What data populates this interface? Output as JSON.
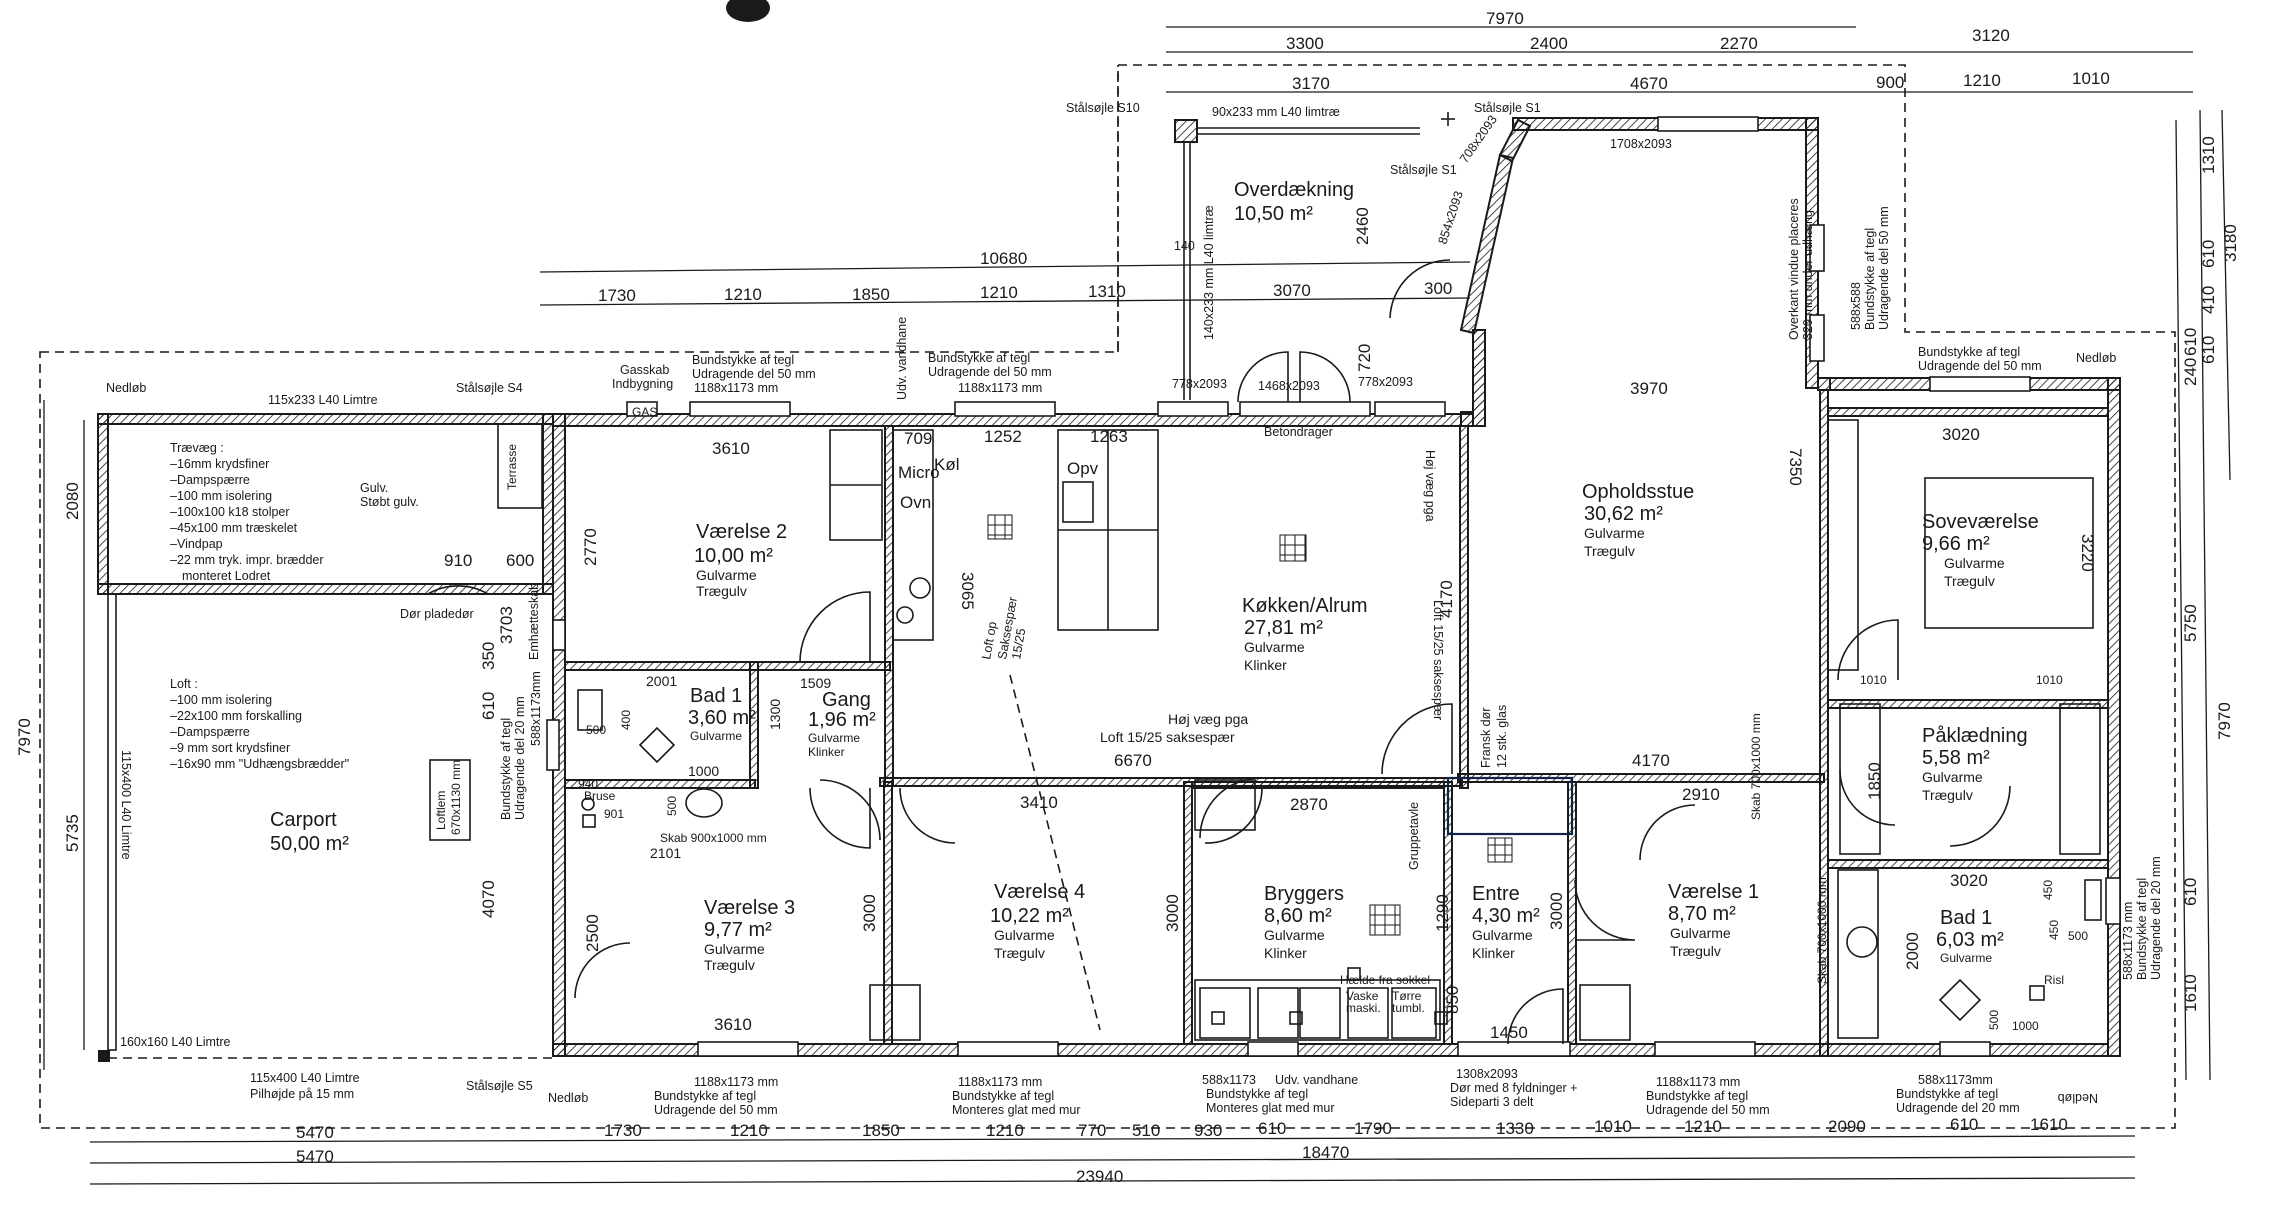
{
  "top_dims": {
    "row1": [
      "7970"
    ],
    "row2": [
      "3300",
      "2400",
      "2270",
      "3120"
    ],
    "row3": [
      "3170",
      "4670",
      "900",
      "1210",
      "1010"
    ],
    "row4": [
      "10680"
    ],
    "row5": [
      "1730",
      "1210",
      "1850",
      "1210",
      "1310",
      "3070",
      "300"
    ]
  },
  "bottom_dims": {
    "row1": [
      "5470",
      "1730",
      "1210",
      "1850",
      "1210",
      "770",
      "510",
      "930",
      "610",
      "1790",
      "1330",
      "1010",
      "1210",
      "2090",
      "610",
      "1610"
    ],
    "row2": [
      "5470",
      "18470"
    ],
    "row3": [
      "23940"
    ]
  },
  "left_dims": [
    "2080",
    "5735",
    "7970"
  ],
  "right_dims": [
    "1310",
    "3180",
    "610",
    "410",
    "610",
    "240",
    "610",
    "5750",
    "7970",
    "610",
    "1610"
  ],
  "rooms": [
    {
      "name": "Værelse 2",
      "area": "10,00 m²",
      "l1": "Gulvarme",
      "l2": "Trægulv"
    },
    {
      "name": "Køkken/Alrum",
      "area": "27,81 m²",
      "l1": "Gulvarme",
      "l2": "Klinker"
    },
    {
      "name": "Opholdsstue",
      "area": "30,62 m²",
      "l1": "Gulvarme",
      "l2": "Trægulv"
    },
    {
      "name": "Soveværelse",
      "area": "9,66 m²",
      "l1": "Gulvarme",
      "l2": "Trægulv"
    },
    {
      "name": "Påklædning",
      "area": "5,58 m²",
      "l1": "Gulvarme",
      "l2": "Trægulv"
    },
    {
      "name": "Bad 1",
      "area": "3,60 m²",
      "l1": "Gulvarme",
      "l2": ""
    },
    {
      "name": "Gang",
      "area": "1,96 m²",
      "l1": "Gulvarme",
      "l2": "Klinker"
    },
    {
      "name": "Værelse 3",
      "area": "9,77 m²",
      "l1": "Gulvarme",
      "l2": "Trægulv"
    },
    {
      "name": "Værelse 4",
      "area": "10,22 m²",
      "l1": "Gulvarme",
      "l2": "Trægulv"
    },
    {
      "name": "Bryggers",
      "area": "8,60 m²",
      "l1": "Gulvarme",
      "l2": "Klinker"
    },
    {
      "name": "Entre",
      "area": "4,30 m²",
      "l1": "Gulvarme",
      "l2": "Klinker"
    },
    {
      "name": "Værelse 1",
      "area": "8,70 m²",
      "l1": "Gulvarme",
      "l2": "Trægulv"
    },
    {
      "name": "Bad 1",
      "area": "6,03 m²",
      "l1": "Gulvarme",
      "l2": ""
    },
    {
      "name": "Carport",
      "area": "50,00 m²",
      "l1": "",
      "l2": ""
    },
    {
      "name": "Overdækning",
      "area": "10,50 m²",
      "l1": "",
      "l2": ""
    }
  ],
  "notes": {
    "trevaeg": [
      "Trævæg :",
      "–16mm krydsfiner",
      "–Dampspærre",
      "–100 mm isolering",
      "–100x100 k18 stolper",
      "–45x100 mm træskelet",
      "–Vindpap",
      "–22 mm tryk. impr. brædder",
      "monteret Lodret"
    ],
    "gulv": [
      "Gulv.",
      "Støbt gulv."
    ],
    "loft": [
      "Loft :",
      "–100 mm isolering",
      "–22x100 mm forskalling",
      "–Dampspærre",
      "–9 mm sort krydsfiner",
      "–16x90 mm \"Udhængsbrædder\""
    ],
    "nedlob": "Nedløb",
    "limtre_top": "115x233 L40 Limtre",
    "stolsojle_s4": "Stålsøjle S4",
    "gasskab": [
      "Gasskab",
      "Indbygning"
    ],
    "gas": "GAS",
    "bundstykke_top_1": [
      "Bundstykke af tegl",
      "Udragende del 50 mm"
    ],
    "bundstykke_top_2": [
      "Bundstykke af tegl",
      "Udragende del 50 mm"
    ],
    "win_1188_top1": "1188x1173 mm",
    "win_1188_top2": "1188x1173 mm",
    "udv_vandhane": "Udv. vandhane",
    "stolsojle_s10": "Stålsøjle S10",
    "limtre_90": "90x233 mm L40 limtræ",
    "stolsojle_s1a": "Stålsøjle S1",
    "stolsojle_s1b": "Stålsøjle S1",
    "win_1708": "1708x2093",
    "win_778a": "778x2093",
    "win_1468": "1468x2093",
    "win_778b": "778x2093",
    "betondrager": "Betondrager",
    "limtre_140": "140x233 mm L40 limtræ",
    "dim_140": "140",
    "dim_2460": "2460",
    "dim_720": "720",
    "win_854": "854x2093",
    "win_708": "708x2093",
    "overkant": [
      "Overkant vindue placeres",
      "320 mm under udhæng"
    ],
    "win_588_right": [
      "588x588",
      "Bundstykke af tegl",
      "Udragende del 50 mm"
    ],
    "bundstykke_right_top": [
      "Bundstykke af tegl",
      "Udragende del 50 mm"
    ],
    "nedlob_right": "Nedløb",
    "terrasse": "Terrasse",
    "dims_inner": {
      "d3610a": "3610",
      "d2770": "2770",
      "d709": "709",
      "d1252": "1252",
      "d1263": "1263",
      "d3065": "3065",
      "d3970": "3970",
      "d7350": "7350",
      "d4170v": "4170",
      "d4170h": "4170",
      "d6670": "6670",
      "d3020a": "3020",
      "d3220": "3220",
      "d1010a": "1010",
      "d1010b": "1010",
      "d1850": "1850",
      "d3020b": "3020",
      "d2000": "2000",
      "d2910": "2910",
      "d3000a": "3000",
      "d3000b": "3000",
      "d3000c": "3000",
      "d2870": "2870",
      "d1290": "1290",
      "d3410": "3410",
      "d2500": "2500",
      "d3610b": "3610",
      "d2101": "2101",
      "d2001": "2001",
      "d1509": "1509",
      "d1300": "1300",
      "d1000": "1000",
      "d500a": "500",
      "d500b": "500",
      "d400": "400",
      "d901": "901",
      "d940": "940",
      "d1450": "1450",
      "d850": "850",
      "d910": "910",
      "d600": "600",
      "d610v": "610",
      "d350": "350",
      "d4070": "4070",
      "d3703": "3703",
      "d450a": "450",
      "d450b": "450",
      "d500c": "500",
      "d500d": "500",
      "d1000b": "1000"
    },
    "kol": "Køl",
    "ovn": "Ovn",
    "micro": "Micro",
    "opv": "Opv",
    "hoj_vaeg": "Høj væg pga",
    "loft_saks": "Loft 15/25 saksespær",
    "loft_saks_short": "Loft 15/25 saksespær",
    "hoj_vaeg_short": "Høj væg pga",
    "loft_op": "Loft op",
    "saksespaer": "Saksespær",
    "saks_1525": "15/25",
    "franskdor": [
      "Fransk dør",
      "12 stk. glas"
    ],
    "grupietavle": "Gruppetavle",
    "bruse": "Bruse",
    "bundstykke_left": [
      "Bundstykke af tegl",
      "Udragende del 20 mm"
    ],
    "win_588_left": "588x1173mm",
    "dorplade": "Dør pladedør",
    "emhaetskab": "Emhætteskab",
    "limtre_115v": "115x400 L40 Limtre",
    "limtre_160": "160x160 L40 Limtre",
    "lofter": [
      "Loftlem",
      "670x1130 mm"
    ],
    "limtre_bottom": [
      "115x400 L40 Limtre",
      "Pilhøjde på 15 mm"
    ],
    "stolsojle_s5": "Stålsøjle S5",
    "nedlob_bottom": "Nedløb",
    "win_bottom1": [
      "1188x1173 mm",
      "Bundstykke af tegl",
      "Udragende del 50 mm"
    ],
    "win_bottom2": [
      "1188x1173 mm",
      "Bundstykke af tegl",
      "Monteres glat med mur"
    ],
    "win_bottom3": [
      "588x1173",
      "Udv. vandhane",
      "Bundstykke af tegl",
      "Monteres glat med mur"
    ],
    "door_bottom": [
      "1308x2093",
      "Dør med 8 fyldninger +",
      "Sideparti 3 delt"
    ],
    "win_bottom4": [
      "1188x1173 mm",
      "Bundstykke af tegl",
      "Udragende del 50 mm"
    ],
    "win_bottom5": [
      "588x1173mm",
      "Bundstykke af tegl",
      "Udragende del 20 mm"
    ],
    "nedlob_br": "Nedløb",
    "win_588_right2": [
      "588x1173 mm",
      "Bundstykke af tegl",
      "Udragende del 20 mm"
    ],
    "skab_note": "Skab 700x1000 mm",
    "skab_note2": "Skab 900x1000 mm",
    "skab_note3": "Skab 700x1000 mm",
    "risl": "Risl",
    "tvatte": [
      "Tørre",
      "tumbl."
    ],
    "vaske": [
      "Vaske",
      "maski."
    ],
    "haelde": "Hælde fra sokkel"
  },
  "colors": {
    "ink": "#1a1a1a",
    "paper": "#ffffff",
    "selection": "#10244a"
  }
}
